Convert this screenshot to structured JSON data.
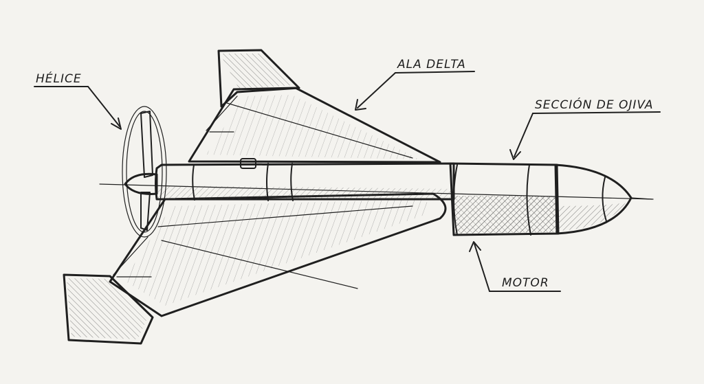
{
  "labels": {
    "propeller": "HÉLICE",
    "delta_wing": "ALA DELTA",
    "nose_section": "SECCIÓN DE OJIVA",
    "motor": "MOTOR"
  },
  "colors": {
    "paper": "#f4f3ef",
    "ink": "#1f1f1f",
    "hatch": "#5a5a5a"
  }
}
